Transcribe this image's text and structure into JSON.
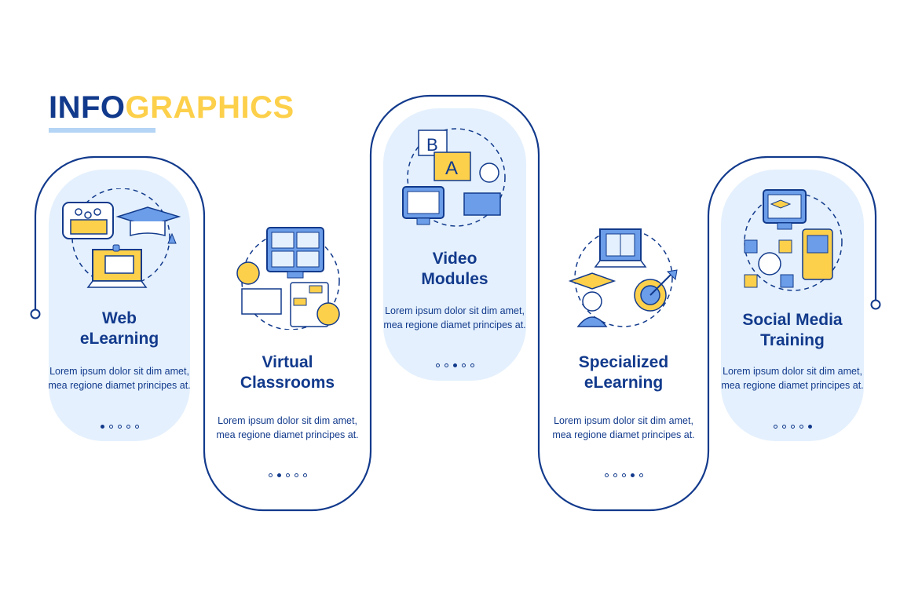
{
  "header": {
    "title_part1": "INFO",
    "title_part2": "GRAPHICS"
  },
  "colors": {
    "navy": "#123a8c",
    "yellow": "#fdd04b",
    "light_blue": "#e4f0fd",
    "icon_blue": "#6b9de9"
  },
  "steps": [
    {
      "title_line1": "Web",
      "title_line2": "eLearning",
      "description": "Lorem ipsum dolor sit dim amet, mea regione diamet principes at.",
      "active_dot": 1,
      "icon": "web-elearning-icon"
    },
    {
      "title_line1": "Virtual",
      "title_line2": "Classrooms",
      "description": "Lorem ipsum dolor sit dim amet, mea regione diamet principes at.",
      "active_dot": 2,
      "icon": "virtual-classroom-icon"
    },
    {
      "title_line1": "Video",
      "title_line2": "Modules",
      "description": "Lorem ipsum dolor sit dim amet, mea regione diamet principes at.",
      "active_dot": 3,
      "icon": "video-modules-icon"
    },
    {
      "title_line1": "Specialized",
      "title_line2": "eLearning",
      "description": "Lorem ipsum dolor sit dim amet, mea regione diamet principes at.",
      "active_dot": 4,
      "icon": "specialized-elearning-icon"
    },
    {
      "title_line1": "Social Media",
      "title_line2": "Training",
      "description": "Lorem ipsum dolor sit dim amet, mea regione diamet principes at.",
      "active_dot": 5,
      "icon": "social-media-training-icon"
    }
  ],
  "icon_letters": {
    "b": "B",
    "a": "A"
  }
}
